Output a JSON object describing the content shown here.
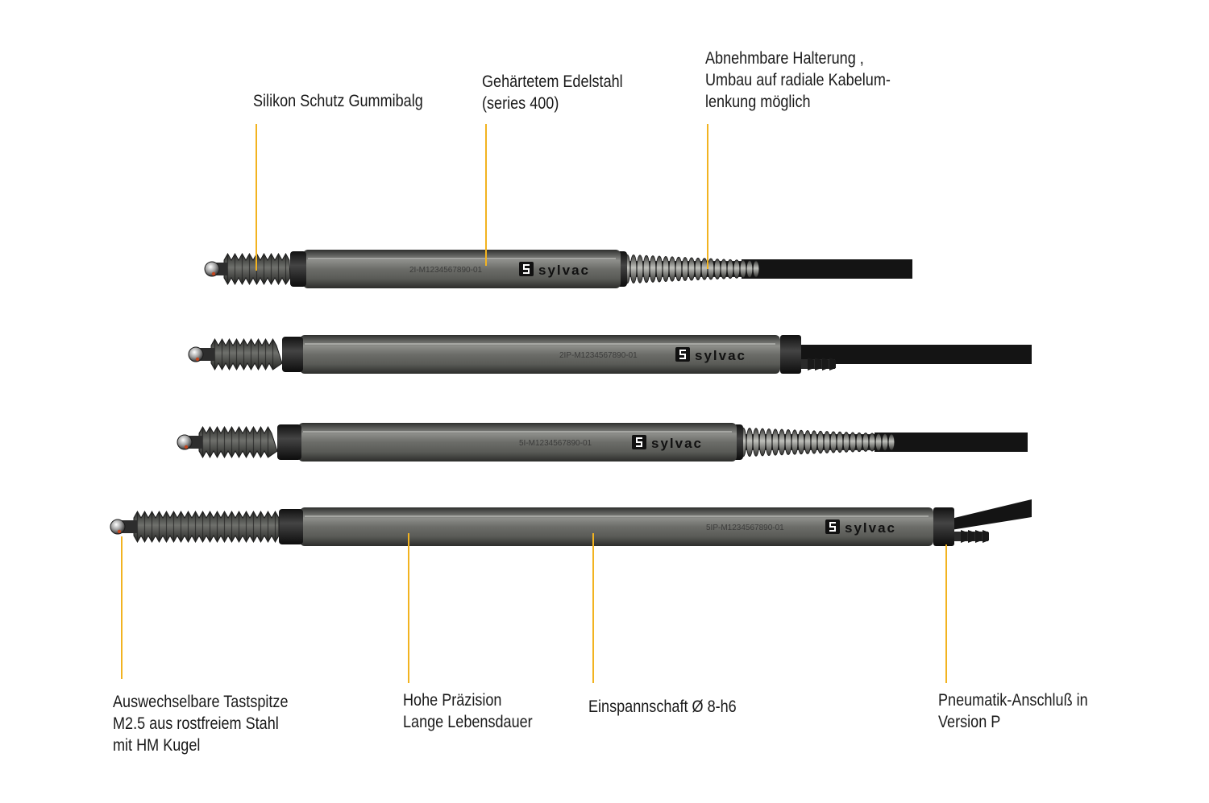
{
  "colors": {
    "leader": "#f2b320",
    "body_dark": "#3e3f3c",
    "body_mid": "#8c8d89",
    "cable": "#141414",
    "text": "#1a1a1a"
  },
  "icons": [
    "sylvac-logo-icon",
    "probe-tip-icon",
    "bellows-icon",
    "spring-sleeve-icon",
    "cable-icon"
  ],
  "callouts": {
    "bellows": {
      "lines": [
        "Silikon Schutz Gummibalg"
      ]
    },
    "steel": {
      "lines": [
        "Gehärtetem Edelstahl",
        "(series 400)"
      ]
    },
    "mount": {
      "lines": [
        "Abnehmbare Halterung ,",
        "Umbau auf radiale Kabelum-",
        "lenkung möglich"
      ]
    },
    "tip": {
      "lines": [
        "Auswechselbare Tastspitze",
        "M2.5 aus rostfreiem Stahl",
        "mit HM Kugel"
      ]
    },
    "precision": {
      "lines": [
        "Hohe Präzision",
        "Lange Lebensdauer"
      ]
    },
    "shank": {
      "lines": [
        "Einspannschaft  Ø 8-h6"
      ]
    },
    "pneumatic": {
      "lines": [
        "Pneumatik-Anschluß in",
        "Version P"
      ]
    }
  },
  "probes": [
    {
      "serial": "2I-M1234567890-01",
      "brand": "sylvac"
    },
    {
      "serial": "2IP-M1234567890-01",
      "brand": "sylvac"
    },
    {
      "serial": "5I-M1234567890-01",
      "brand": "sylvac"
    },
    {
      "serial": "5IP-M1234567890-01",
      "brand": "sylvac"
    }
  ]
}
